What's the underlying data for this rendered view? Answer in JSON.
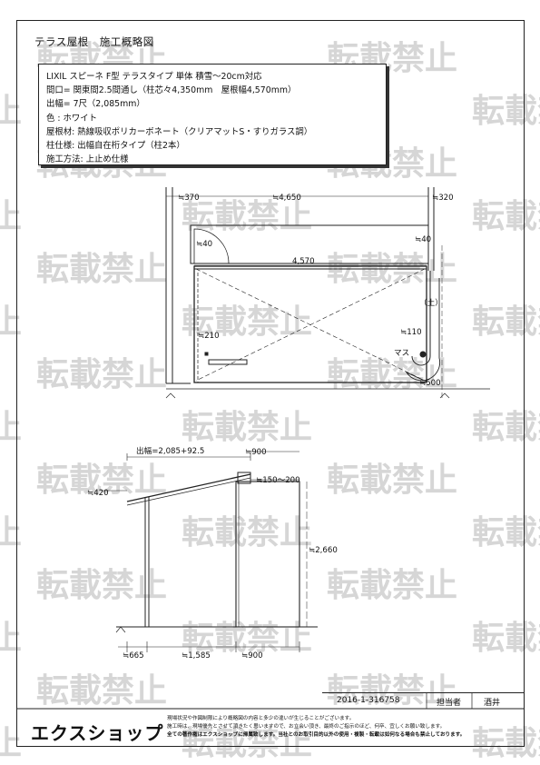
{
  "title": "テラス屋根　施工概略図",
  "spec": {
    "line1": "LIXIL スピーネ F型 テラスタイプ 単体 積雪～20cm対応",
    "line2": "間口= 関東間2.5間通し（柱芯々4,350mm　屋根幅4,570mm）",
    "line3": "出幅= 7尺（2,085mm）",
    "line4": "色 :  ホワイト",
    "line5": "屋根材: 熱線吸収ポリカーボネート（クリアマットS・すりガラス調）",
    "line6": "柱仕様: 出幅自在桁タイプ（柱2本）",
    "line7": "施工方法: 上止め仕様"
  },
  "plan": {
    "dim_left_top": "≒370",
    "dim_width": "≒4,650",
    "dim_right_top": "≒320",
    "dim_left_40": "≒40",
    "dim_right_40": "≒40",
    "dim_roof_width": "4,570",
    "dim_210": "≒210",
    "dim_110": "≒110",
    "dim_500": "≒500",
    "label_soil": "（土）",
    "label_masu": "マス"
  },
  "elevation": {
    "dim_depth": "出幅=2,085+92.5",
    "dim_900_top": "≒900",
    "dim_150_200": "≒150～200",
    "dim_420": "≒420",
    "dim_2660": "≒2,660",
    "dim_665": "≒665",
    "dim_1585": "≒1,585",
    "dim_900_bottom": "≒900"
  },
  "watermark_text": "転載禁止",
  "footer": {
    "doc_number": "2016-1-316758",
    "person_label": "担当者",
    "person_name": "酒井",
    "logo": "エクスショップ",
    "note1": "現場状況や作図制限により概略図の内容と多少の違いが生じることがございます。",
    "note2": "施工時は、現場優先とさせて頂きたく思いますので、お立会い頂き、最終のご指示のほど、何卒、宜しくお願い致します。",
    "note3": "全ての著作権はエクスショップに帰属致します。当社とのお取引目的以外の使用・複製・転載は如何なる場合も禁止しております。"
  }
}
